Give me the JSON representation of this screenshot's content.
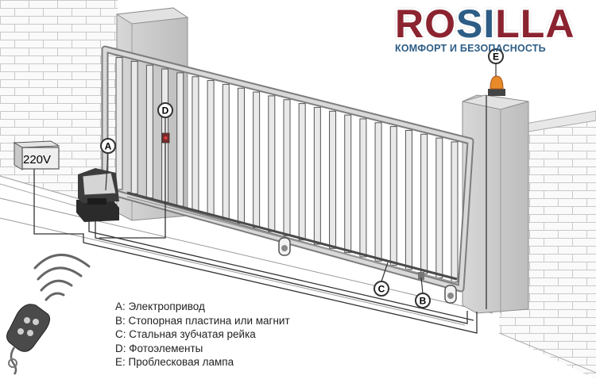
{
  "brand": {
    "name_part1": "RO",
    "name_part2": "SI",
    "name_part3": "LLA",
    "tagline": "КОМФОРТ И БЕЗОПАСНОСТЬ",
    "colors": {
      "primary": "#8c2330",
      "secondary": "#2d5d86"
    }
  },
  "diagram": {
    "power_label": "220V",
    "markers": {
      "A": "A",
      "B": "B",
      "C": "C",
      "D": "D",
      "E": "E"
    }
  },
  "legend": [
    "A: Электропривод",
    "B: Стопорная пластина или магнит",
    "C: Стальная зубчатая рейка",
    "D: Фотоэлементы",
    "E: Проблесковая лампа"
  ],
  "icons": [
    "remote-control-icon",
    "signal-waves-icon",
    "flashing-lamp-icon",
    "gate-motor-icon",
    "power-box-icon"
  ]
}
